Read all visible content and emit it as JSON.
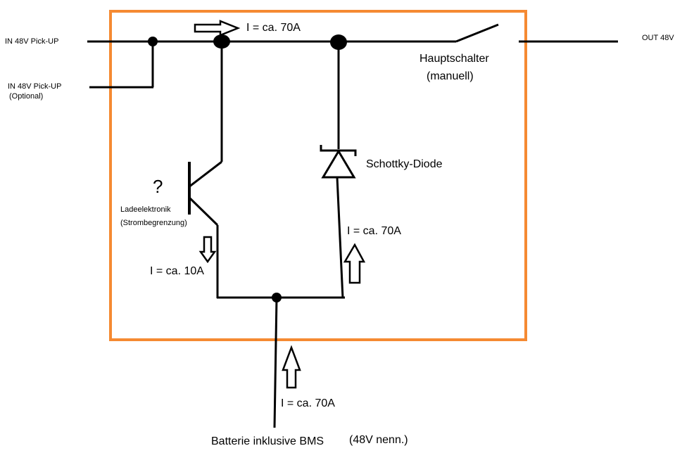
{
  "colors": {
    "frame": "#f58a32",
    "wire": "#000000",
    "background": "#ffffff"
  },
  "labels": {
    "in_pickup": "IN 48V Pick-UP",
    "in_pickup_optional": "IN 48V Pick-UP",
    "optional": "(Optional)",
    "out": "OUT 48V",
    "current_top": "I = ca. 70A",
    "main_switch": "Hauptschalter",
    "main_switch_note": "(manuell)",
    "question_mark": "?",
    "charge_electronics": "Ladeelektronik",
    "current_limit": "(Strombegrenzung)",
    "schottky": "Schottky-Diode",
    "current_diode": "I = ca. 70A",
    "current_charge": "I = ca. 10A",
    "current_battery": "I = ca. 70A",
    "battery": "Batterie inklusive BMS",
    "battery_nominal": "(48V nenn.)"
  },
  "components": {
    "transistor": "transistor-symbol",
    "diode": "schottky-diode-symbol",
    "switch": "manual-switch-symbol",
    "arrows": [
      "arrow-right-icon",
      "arrow-down-icon",
      "arrow-up-icon",
      "arrow-up-icon"
    ]
  }
}
